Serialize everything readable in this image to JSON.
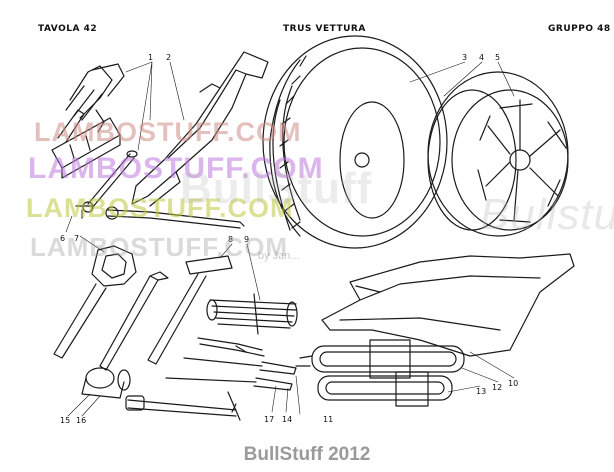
{
  "header": {
    "left": "TAVOLA 42",
    "center": "TRUS VETTURA",
    "right": "GRUPPO 48"
  },
  "callouts": [
    "1",
    "2",
    "3",
    "4",
    "5",
    "6",
    "7",
    "8",
    "9",
    "10",
    "11",
    "12",
    "13",
    "14",
    "15",
    "16",
    "17"
  ],
  "watermarks": {
    "w1": "LAMBOSTUFF.COM",
    "w2": "LAMBOSTUFF.COM",
    "w3": "LAMBOSTUFF.COM",
    "w4": "LAMBOSTUFF.COM",
    "w5": "BullStuff",
    "w6": "Bullstuff",
    "tag": "by Jan..."
  },
  "footer": "BullStuff 2012"
}
